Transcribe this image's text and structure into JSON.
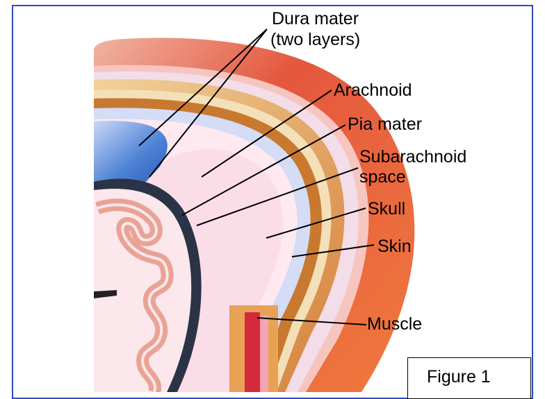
{
  "labels": {
    "dura_line1": "Dura mater",
    "dura_line2": "(two layers)",
    "arachnoid": "Arachnoid",
    "pia_mater": "Pia mater",
    "subarachnoid_line1": "Subarachnoid",
    "subarachnoid_line2": "space",
    "skull": "Skull",
    "skin": "Skin",
    "muscle": "Muscle"
  },
  "caption": "Figure 1",
  "colors": {
    "frame": "#2f49b9",
    "skin": "#e8553a",
    "skin_inner": "#f59a7b",
    "bone": "#e8a256",
    "dura": "#ffe7f0",
    "brain_tissue": "#fde7ee",
    "cortex": "#e9a394",
    "ventricle": "#4f83d6"
  }
}
